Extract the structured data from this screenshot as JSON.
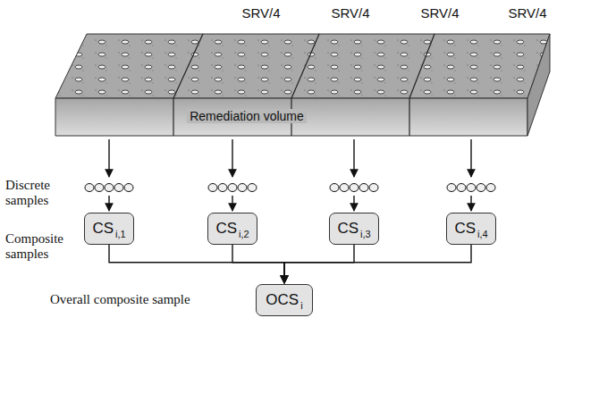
{
  "diagram": {
    "nodes": [
      {
        "text": [
          "CS",
          "i,1"
        ]
      },
      {
        "text": [
          "CS",
          "i,2"
        ]
      },
      {
        "text": [
          "CS",
          "i,3"
        ]
      },
      {
        "text": [
          "CS",
          "i,4"
        ]
      },
      {
        "text": [
          "OCS",
          "i"
        ]
      }
    ],
    "edges": [
      {
        "from": 0,
        "to": 4,
        "arrow": "to"
      },
      {
        "from": 1,
        "to": 4,
        "arrow": "to"
      },
      {
        "from": 2,
        "to": 4,
        "arrow": "to"
      },
      {
        "from": 3,
        "to": 4,
        "arrow": "to"
      }
    ],
    "labels": [
      "SRV/4",
      "SRV/4",
      "SRV/4",
      "SRV/4",
      "Remediation volume",
      "Discrete samples",
      "Composite samples",
      "Overall composite sample"
    ]
  }
}
